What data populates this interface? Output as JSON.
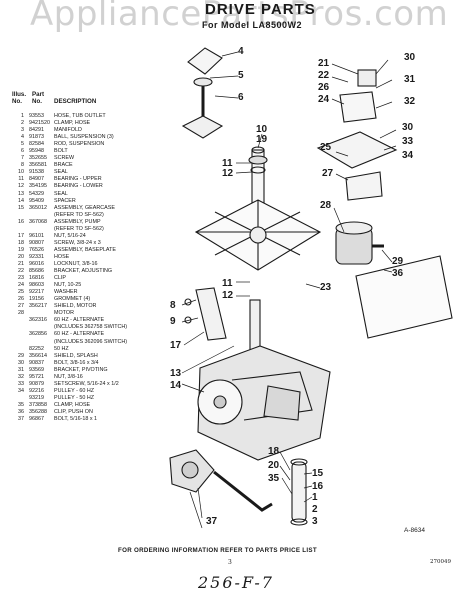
{
  "watermark": "AppliancePartsPros.com",
  "title": "DRIVE PARTS",
  "model_line": "For Model LA8500W2",
  "table_header": {
    "illus": "Illus.\nNo.",
    "part": "Part\nNo.",
    "description": "DESCRIPTION"
  },
  "parts": [
    {
      "illus": "1",
      "part": "93553",
      "desc": "HOSE, TUB OUTLET"
    },
    {
      "illus": "2",
      "part": "9421520",
      "desc": "CLAMP, HOSE"
    },
    {
      "illus": "3",
      "part": "84291",
      "desc": "MANIFOLD"
    },
    {
      "illus": "4",
      "part": "91873",
      "desc": "BALL, SUSPENSION (3)"
    },
    {
      "illus": "5",
      "part": "82584",
      "desc": "ROD, SUSPENSION"
    },
    {
      "illus": "6",
      "part": "95948",
      "desc": "BOLT"
    },
    {
      "illus": "7",
      "part": "352655",
      "desc": "SCREW"
    },
    {
      "illus": "8",
      "part": "356581",
      "desc": "BRACE"
    },
    {
      "illus": "10",
      "part": "91538",
      "desc": "SEAL"
    },
    {
      "illus": "11",
      "part": "84907",
      "desc": "BEARING - UPPER"
    },
    {
      "illus": "12",
      "part": "354195",
      "desc": "BEARING - LOWER"
    },
    {
      "illus": "13",
      "part": "54329",
      "desc": "SEAL"
    },
    {
      "illus": "14",
      "part": "95409",
      "desc": "SPACER"
    },
    {
      "illus": "15",
      "part": "365012",
      "desc": "ASSEMBLY, GEARCASE"
    },
    {
      "illus": "",
      "part": "",
      "desc": "(REFER TO SF-562)"
    },
    {
      "illus": "16",
      "part": "367068",
      "desc": "ASSEMBLY, PUMP"
    },
    {
      "illus": "",
      "part": "",
      "desc": "(REFER TO SF-562)"
    },
    {
      "illus": "17",
      "part": "96101",
      "desc": "NUT, 5/16-24"
    },
    {
      "illus": "18",
      "part": "90807",
      "desc": "SCREW, 3/8-24 x 3"
    },
    {
      "illus": "19",
      "part": "76526",
      "desc": "ASSEMBLY, BASEPLATE"
    },
    {
      "illus": "20",
      "part": "92331",
      "desc": "HOSE"
    },
    {
      "illus": "21",
      "part": "96016",
      "desc": "LOCKNUT, 3/8-16"
    },
    {
      "illus": "22",
      "part": "85686",
      "desc": "BRACKET, ADJUSTING"
    },
    {
      "illus": "23",
      "part": "16816",
      "desc": "CLIP"
    },
    {
      "illus": "24",
      "part": "98603",
      "desc": "NUT, 10-25"
    },
    {
      "illus": "25",
      "part": "92217",
      "desc": "WASHER"
    },
    {
      "illus": "26",
      "part": "19156",
      "desc": "GROMMET (4)"
    },
    {
      "illus": "27",
      "part": "356217",
      "desc": "SHIELD, MOTOR"
    },
    {
      "illus": "28",
      "part": "",
      "desc": "MOTOR"
    },
    {
      "illus": "",
      "part": "362316",
      "desc": "60 HZ - ALTERNATE"
    },
    {
      "illus": "",
      "part": "",
      "desc": "(INCLUDES 362758 SWITCH)"
    },
    {
      "illus": "",
      "part": "362856",
      "desc": "60 HZ - ALTERNATE"
    },
    {
      "illus": "",
      "part": "",
      "desc": "(INCLUDES 362096 SWITCH)"
    },
    {
      "illus": "",
      "part": "82252",
      "desc": "50 HZ"
    },
    {
      "illus": "29",
      "part": "356614",
      "desc": "SHIELD, SPLASH"
    },
    {
      "illus": "30",
      "part": "90837",
      "desc": "BOLT, 3/8-16 x 3/4"
    },
    {
      "illus": "31",
      "part": "93569",
      "desc": "BRACKET, PIVOTING"
    },
    {
      "illus": "32",
      "part": "95721",
      "desc": "NUT, 3/8-16"
    },
    {
      "illus": "33",
      "part": "90879",
      "desc": "SETSCREW, 5/16-24 x 1/2"
    },
    {
      "illus": "34",
      "part": "92216",
      "desc": "PULLEY - 60 HZ"
    },
    {
      "illus": "",
      "part": "93219",
      "desc": "PULLEY - 50 HZ"
    },
    {
      "illus": "35",
      "part": "373858",
      "desc": "CLAMP, HOSE"
    },
    {
      "illus": "36",
      "part": "356288",
      "desc": "CLIP, PUSH ON"
    },
    {
      "illus": "37",
      "part": "96867",
      "desc": "BOLT, 5/16-18 x 1"
    }
  ],
  "callouts": [
    "4",
    "5",
    "6",
    "10",
    "19",
    "11",
    "12",
    "8",
    "9",
    "17",
    "13",
    "14",
    "21",
    "22",
    "26",
    "24",
    "25",
    "30",
    "31",
    "32",
    "30",
    "33",
    "34",
    "27",
    "28",
    "29",
    "36",
    "23",
    "12",
    "11",
    "18",
    "20",
    "35",
    "37",
    "15",
    "16",
    "1",
    "2",
    "3"
  ],
  "footer": "FOR ORDERING INFORMATION REFER TO PARTS PRICE LIST",
  "page_number": "3",
  "reference_number": "270049",
  "diagram_ref": "A-8634",
  "handwritten": "256-F-7"
}
